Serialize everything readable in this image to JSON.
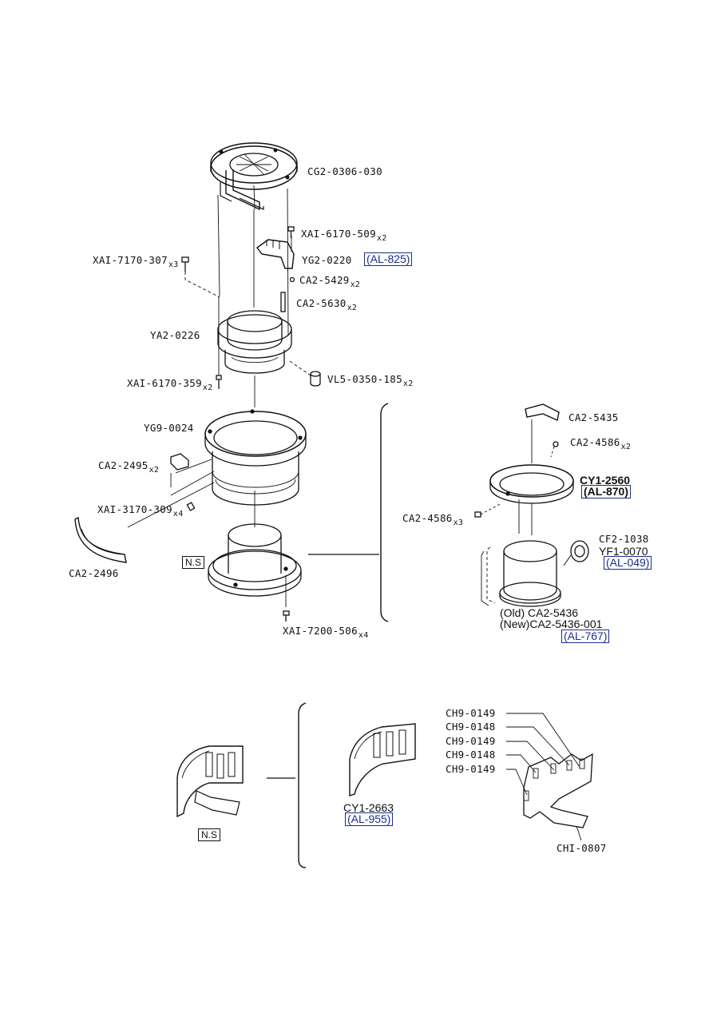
{
  "parts": {
    "cg2_0306_030": "CG2-0306-030",
    "xa1_6170_509": "XAI-6170-509",
    "xa1_6170_509_qty": "x2",
    "yg2_0220": "YG2-0220",
    "yg2_0220_ref": "(AL-825)",
    "xa1_7170_307": "XAI-7170-307",
    "xa1_7170_307_qty": "x3",
    "ca2_5429": "CA2-5429",
    "ca2_5429_qty": "x2",
    "ca2_5630": "CA2-5630",
    "ca2_5630_qty": "x2",
    "ya2_0226": "YA2-0226",
    "xa1_6170_359": "XAI-6170-359",
    "xa1_6170_359_qty": "x2",
    "vl5_0350_185": "VL5-0350-185",
    "vl5_0350_185_qty": "x2",
    "yg9_0024": "YG9-0024",
    "ca2_2495": "CA2-2495",
    "ca2_2495_qty": "x2",
    "xa1_3170_309": "XAI-3170-309",
    "xa1_3170_309_qty": "x4",
    "ca2_2496": "CA2-2496",
    "ns_upper": "N.S",
    "xa1_7200_506": "XAI-7200-506",
    "xa1_7200_506_qty": "x4",
    "ca2_5435": "CA2-5435",
    "ca2_4586_a": "CA2-4586",
    "ca2_4586_a_qty": "x2",
    "cy1_2560": "CY1-2560",
    "cy1_2560_ref": "(AL-870)",
    "ca2_4586_b": "CA2-4586",
    "ca2_4586_b_qty": "x3",
    "cf2_1038": "CF2-1038",
    "yf1_0070": "YF1-0070",
    "yf1_0070_ref": "(AL-049)",
    "ca2_5436_old": "(Old) CA2-5436",
    "ca2_5436_new": "(New)CA2-5436-001",
    "ca2_5436_ref": "(AL-767)",
    "ns_lower": "N.S",
    "cy1_2663": "CY1-2663",
    "cy1_2663_ref": "(AL-955)",
    "ch9_0149_1": "CH9-0149",
    "ch9_0148_1": "CH9-0148",
    "ch9_0149_2": "CH9-0149",
    "ch9_0148_2": "CH9-0148",
    "ch9_0149_3": "CH9-0149",
    "ch1_0807": "CHI-0807"
  }
}
